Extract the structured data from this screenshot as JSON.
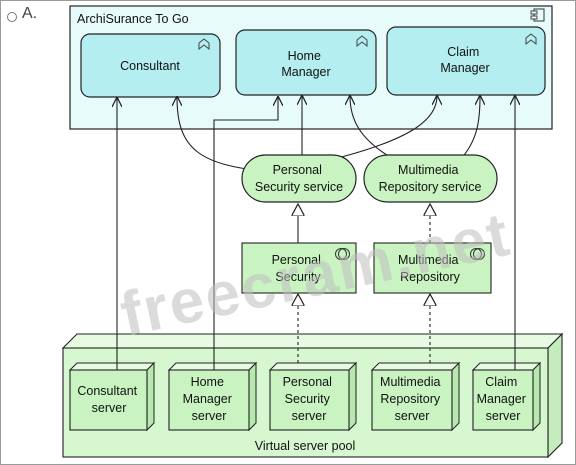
{
  "option": {
    "letter": "A."
  },
  "app_component": {
    "title": "ArchiSurance To Go"
  },
  "app_services": {
    "consultant": [
      "Consultant"
    ],
    "home_manager": [
      "Home",
      "Manager"
    ],
    "claim_manager": [
      "Claim",
      "Manager"
    ]
  },
  "infra_services": {
    "personal_security": [
      "Personal",
      "Security service"
    ],
    "multimedia_repository": [
      "Multimedia",
      "Repository service"
    ]
  },
  "system_software": {
    "personal_security": [
      "Personal",
      "Security"
    ],
    "multimedia_repository": [
      "Multimedia",
      "Repository"
    ]
  },
  "node": {
    "label": "Virtual server pool"
  },
  "devices": {
    "consultant_server": [
      "Consultant",
      "server"
    ],
    "home_manager_server": [
      "Home",
      "Manager",
      "server"
    ],
    "personal_security_server": [
      "Personal",
      "Security",
      "server"
    ],
    "multimedia_repository_server": [
      "Multimedia",
      "Repository",
      "server"
    ],
    "claim_manager_server": [
      "Claim",
      "Manager",
      "server"
    ]
  },
  "watermark": "freecram.net",
  "colors": {
    "app_fill": "#e8fbfb",
    "app_box_fill": "#b4eef0",
    "infra_fill": "#c9f4c2",
    "node_fill": "#d6f7d0",
    "stroke": "#222222"
  }
}
